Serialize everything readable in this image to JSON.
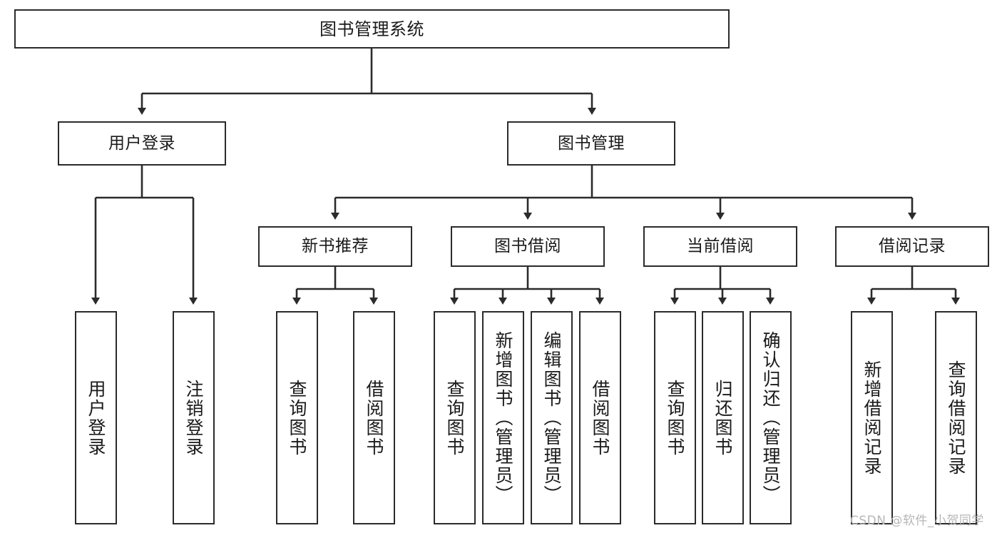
{
  "diagram": {
    "type": "hierarchy-tree",
    "title": "图书管理系统",
    "watermark": "CSDN @软件_小贺同学",
    "colors": {
      "stroke": "#2b2b2b",
      "fill": "#ffffff",
      "text": "#1a1a1a",
      "watermark": "#b6b6b6"
    },
    "nodes": {
      "root": {
        "label": "图书管理系统"
      },
      "level2": [
        {
          "id": "user-login",
          "label": "用户登录"
        },
        {
          "id": "book-manage",
          "label": "图书管理"
        }
      ],
      "level3": [
        {
          "id": "new-book-recommend",
          "label": "新书推荐"
        },
        {
          "id": "book-borrow",
          "label": "图书借阅"
        },
        {
          "id": "current-borrow",
          "label": "当前借阅"
        },
        {
          "id": "borrow-record",
          "label": "借阅记录"
        }
      ],
      "leaves": {
        "user-login": [
          {
            "id": "leaf-user-login",
            "label": "用户登录"
          },
          {
            "id": "leaf-logout",
            "label": "注销登录"
          }
        ],
        "new-book-recommend": [
          {
            "id": "leaf-query-book-1",
            "label": "查询图书"
          },
          {
            "id": "leaf-borrow-book-1",
            "label": "借阅图书"
          }
        ],
        "book-borrow": [
          {
            "id": "leaf-query-book-2",
            "label": "查询图书"
          },
          {
            "id": "leaf-add-book",
            "label": "新增图书（管理员）"
          },
          {
            "id": "leaf-edit-book",
            "label": "编辑图书（管理员）"
          },
          {
            "id": "leaf-borrow-book-2",
            "label": "借阅图书"
          }
        ],
        "current-borrow": [
          {
            "id": "leaf-query-book-3",
            "label": "查询图书"
          },
          {
            "id": "leaf-return-book",
            "label": "归还图书"
          },
          {
            "id": "leaf-confirm-return",
            "label": "确认归还（管理员）"
          }
        ],
        "borrow-record": [
          {
            "id": "leaf-add-record",
            "label": "新增借阅记录"
          },
          {
            "id": "leaf-query-record",
            "label": "查询借阅记录"
          }
        ]
      }
    }
  }
}
